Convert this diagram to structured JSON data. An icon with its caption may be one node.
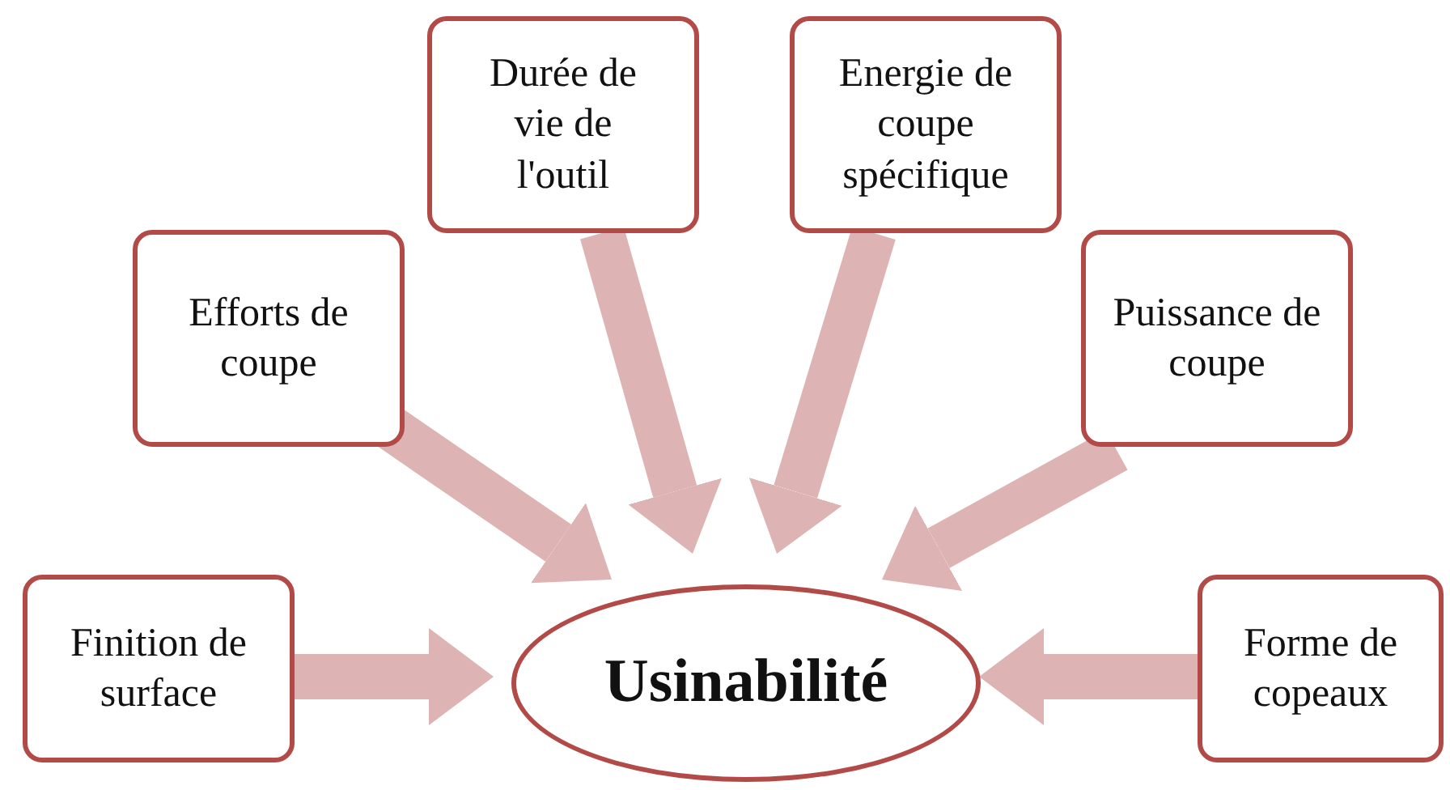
{
  "diagram": {
    "nodes": [
      {
        "text": [
          "Finition de surface"
        ]
      },
      {
        "text": [
          "Efforts de coupe"
        ]
      },
      {
        "text": [
          "Durée de vie de l'outil"
        ]
      },
      {
        "text": [
          "Energie de coupe spécifique"
        ]
      },
      {
        "text": [
          "Puissance de coupe"
        ]
      },
      {
        "text": [
          "Forme de copeaux"
        ]
      },
      {
        "text": [
          "Usinabilité"
        ]
      }
    ],
    "edges": [
      {
        "from": 0,
        "to": 6,
        "arrow": "to"
      },
      {
        "from": 1,
        "to": 6,
        "arrow": "to"
      },
      {
        "from": 2,
        "to": 6,
        "arrow": "to"
      },
      {
        "from": 3,
        "to": 6,
        "arrow": "to"
      },
      {
        "from": 4,
        "to": 6,
        "arrow": "to"
      },
      {
        "from": 5,
        "to": 6,
        "arrow": "to"
      }
    ]
  }
}
